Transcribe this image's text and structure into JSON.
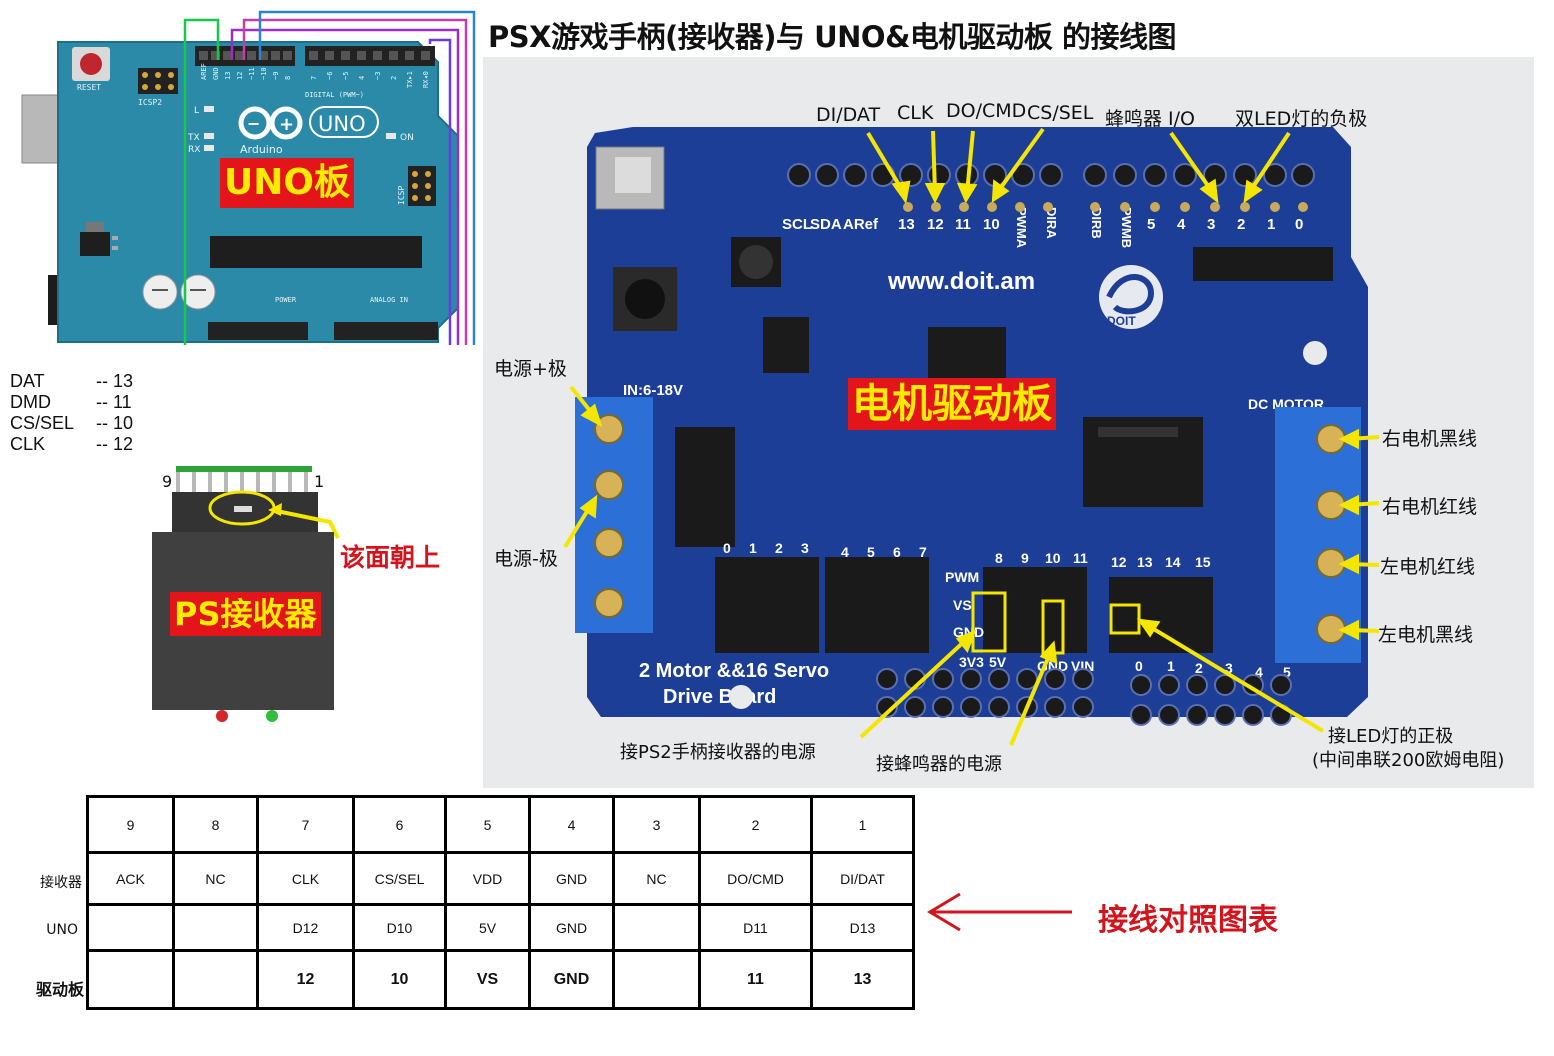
{
  "title": "PSX游戏手柄(接收器)与 UNO&电机驱动板 的接线图",
  "uno": {
    "board_label": "UNO板",
    "logo_text": "UNO",
    "brand": "Arduino",
    "reset": "RESET",
    "icsp2": "ICSP2",
    "icsp": "ICSP",
    "digital": "DIGITAL (PWM~)",
    "power": "POWER",
    "analog": "ANALOG IN",
    "on": "ON",
    "l": "L",
    "tx": "TX",
    "rx": "RX",
    "pin_labels": [
      "AREF",
      "GND",
      "13",
      "12",
      "~11",
      "~10",
      "~9",
      "8",
      "7",
      "~6",
      "~5",
      "4",
      "~3",
      "2",
      "TX▸1",
      "RX◂0"
    ]
  },
  "pin_mapping": [
    {
      "signal": "DAT",
      "pin": "-- 13"
    },
    {
      "signal": "DMD",
      "pin": "-- 11"
    },
    {
      "signal": "CS/SEL",
      "pin": "-- 10"
    },
    {
      "signal": "CLK",
      "pin": "-- 12"
    }
  ],
  "receiver": {
    "label": "PS接收器",
    "pin_left": "9",
    "pin_right": "1",
    "face_note": "该面朝上"
  },
  "driver_photo": {
    "board_label": "电机驱动板",
    "website": "www.doit.am",
    "brand": "DOIT",
    "input_voltage": "IN:6-18V",
    "dc_motor": "DC MOTOR",
    "board_name_line1": "2 Motor &&16 Servo",
    "board_name_line2": "Drive    Board",
    "header_labels": [
      "SCL",
      "SDA",
      "ARef",
      "13",
      "12",
      "11",
      "10",
      "PWMA",
      "DIRA",
      "DIRB",
      "PWMB",
      "5",
      "4",
      "3",
      "2",
      "1",
      "0"
    ],
    "servo_numbers": [
      "0",
      "1",
      "2",
      "3",
      "4",
      "5",
      "6",
      "7",
      "8",
      "9",
      "10",
      "11",
      "12",
      "13",
      "14",
      "15"
    ],
    "row_labels": [
      "PWM",
      "VS",
      "GND"
    ],
    "power_labels": [
      "3V3",
      "5V",
      "GND",
      "VIN"
    ],
    "analog_numbers": [
      "0",
      "1",
      "2",
      "3",
      "4",
      "5"
    ],
    "annotations": {
      "di_dat": "DI/DAT",
      "clk": "CLK",
      "do_cmd": "DO/CMD",
      "cs_sel": "CS/SEL",
      "buzzer_io": "蜂鸣器 I/O",
      "led_neg": "双LED灯的负极",
      "power_pos": "电源+极",
      "power_neg": "电源-极",
      "right_black": "右电机黑线",
      "right_red": "右电机红线",
      "left_red": "左电机红线",
      "left_black": "左电机黑线",
      "ps2_power": "接PS2手柄接收器的电源",
      "buzzer_power": "接蜂鸣器的电源",
      "led_pos_line1": "接LED灯的正极",
      "led_pos_line2": "(中间串联200欧姆电阻)"
    }
  },
  "wiring_table": {
    "row_labels": [
      "接收器",
      "UNO",
      "驱动板"
    ],
    "pin_numbers": [
      "9",
      "8",
      "7",
      "6",
      "5",
      "4",
      "3",
      "2",
      "1"
    ],
    "receiver": [
      "ACK",
      "NC",
      "CLK",
      "CS/SEL",
      "VDD",
      "GND",
      "NC",
      "DO/CMD",
      "DI/DAT"
    ],
    "uno": [
      "",
      "",
      "D12",
      "D10",
      "5V",
      "GND",
      "",
      "D11",
      "D13"
    ],
    "driver": [
      "",
      "",
      "12",
      "10",
      "VS",
      "GND",
      "",
      "11",
      "13"
    ],
    "caption": "接线对照图表"
  },
  "colors": {
    "uno_board": "#2b8aa8",
    "driver_board": "#1d3e96",
    "terminal_blue": "#2c6fd6",
    "annotation_arrow": "#f5e600",
    "label_red": "#d4141c"
  }
}
